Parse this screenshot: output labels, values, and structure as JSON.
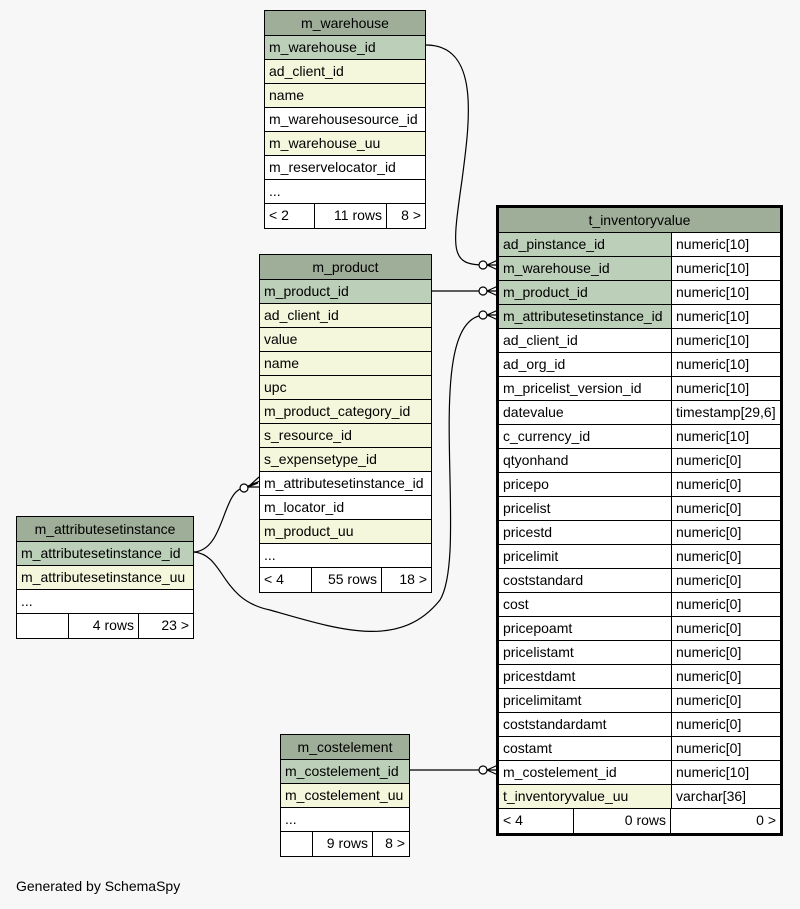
{
  "footer": "Generated by SchemaSpy",
  "tables": {
    "m_warehouse": {
      "name": "m_warehouse",
      "columns": [
        "m_warehouse_id",
        "ad_client_id",
        "name",
        "m_warehousesource_id",
        "m_warehouse_uu",
        "m_reservelocator_id",
        "..."
      ],
      "parents": "< 2",
      "rows": "11 rows",
      "children": "8 >"
    },
    "m_product": {
      "name": "m_product",
      "columns": [
        "m_product_id",
        "ad_client_id",
        "value",
        "name",
        "upc",
        "m_product_category_id",
        "s_resource_id",
        "s_expensetype_id",
        "m_attributesetinstance_id",
        "m_locator_id",
        "m_product_uu",
        "..."
      ],
      "parents": "< 4",
      "rows": "55 rows",
      "children": "18 >"
    },
    "m_attributesetinstance": {
      "name": "m_attributesetinstance",
      "columns": [
        "m_attributesetinstance_id",
        "m_attributesetinstance_uu",
        "..."
      ],
      "parents": "",
      "rows": "4 rows",
      "children": "23 >"
    },
    "m_costelement": {
      "name": "m_costelement",
      "columns": [
        "m_costelement_id",
        "m_costelement_uu",
        "..."
      ],
      "parents": "",
      "rows": "9 rows",
      "children": "8 >"
    },
    "t_inventoryvalue": {
      "name": "t_inventoryvalue",
      "columns": [
        {
          "name": "ad_pinstance_id",
          "type": "numeric[10]"
        },
        {
          "name": "m_warehouse_id",
          "type": "numeric[10]"
        },
        {
          "name": "m_product_id",
          "type": "numeric[10]"
        },
        {
          "name": "m_attributesetinstance_id",
          "type": "numeric[10]"
        },
        {
          "name": "ad_client_id",
          "type": "numeric[10]"
        },
        {
          "name": "ad_org_id",
          "type": "numeric[10]"
        },
        {
          "name": "m_pricelist_version_id",
          "type": "numeric[10]"
        },
        {
          "name": "datevalue",
          "type": "timestamp[29,6]"
        },
        {
          "name": "c_currency_id",
          "type": "numeric[10]"
        },
        {
          "name": "qtyonhand",
          "type": "numeric[0]"
        },
        {
          "name": "pricepo",
          "type": "numeric[0]"
        },
        {
          "name": "pricelist",
          "type": "numeric[0]"
        },
        {
          "name": "pricestd",
          "type": "numeric[0]"
        },
        {
          "name": "pricelimit",
          "type": "numeric[0]"
        },
        {
          "name": "coststandard",
          "type": "numeric[0]"
        },
        {
          "name": "cost",
          "type": "numeric[0]"
        },
        {
          "name": "pricepoamt",
          "type": "numeric[0]"
        },
        {
          "name": "pricelistamt",
          "type": "numeric[0]"
        },
        {
          "name": "pricestdamt",
          "type": "numeric[0]"
        },
        {
          "name": "pricelimitamt",
          "type": "numeric[0]"
        },
        {
          "name": "coststandardamt",
          "type": "numeric[0]"
        },
        {
          "name": "costamt",
          "type": "numeric[0]"
        },
        {
          "name": "m_costelement_id",
          "type": "numeric[10]"
        },
        {
          "name": "t_inventoryvalue_uu",
          "type": "varchar[36]"
        }
      ],
      "parents": "< 4",
      "rows": "0 rows",
      "children": "0 >"
    }
  },
  "colors": {
    "header": "#9fae98",
    "primary_key": "#bccfb8",
    "indexed": "#f4f7dc",
    "background": "#f7f7f7"
  }
}
